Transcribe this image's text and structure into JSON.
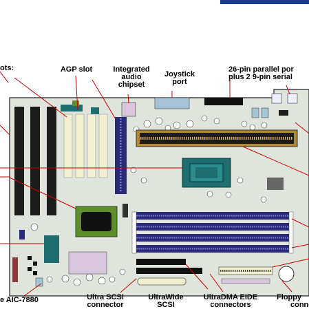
{
  "labels": {
    "slots_partial": "ots:",
    "agp_slot": "AGP slot",
    "integrated_audio": [
      "Integrated",
      "audio",
      "chipset"
    ],
    "joystick_port": [
      "Joystick",
      "port"
    ],
    "parallel_serial": [
      "26-pin parallel por",
      "plus 2 9-pin serial"
    ],
    "aic_7880": "e AIC-7880",
    "ultra_scsi_connector": [
      "Ultra SCSI",
      "connector"
    ],
    "ultrawide_scsi": [
      "UltraWide",
      "SCSI"
    ],
    "ultradma_eide": [
      "UltraDMA EIDE",
      "connectors"
    ],
    "floppy_connector": [
      "Floppy",
      "conne"
    ]
  },
  "colors": {
    "board": "#dfe5dc",
    "board_edge": "#222222",
    "pci_slot": "#f3f0cf",
    "isa_slot": "#1c1c1c",
    "dimm": "#2a2a7a",
    "cpu_slot": "#b08a2a",
    "chip_teal": "#1e6e70",
    "chip_green": "#5e8f2a",
    "ide_connector": "#f3f0cf",
    "leader": "#cc0000",
    "top_bar": "#1a3a8a"
  }
}
